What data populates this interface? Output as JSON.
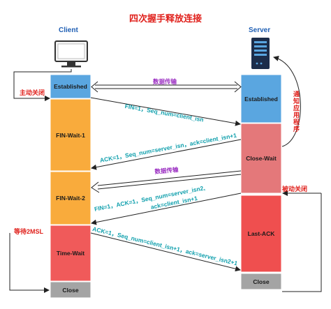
{
  "title": "四次握手释放连接",
  "client": {
    "label": "Client"
  },
  "server": {
    "label": "Server"
  },
  "client_states": [
    "Established",
    "FIN-Wait-1",
    "FIN-Wait-2",
    "Time-Wait",
    "Close"
  ],
  "server_states": [
    "Established",
    "Close-Wait",
    "Last-ACK",
    "Close"
  ],
  "annotations": {
    "active_close": "主动关闭",
    "passive_close": "被动关闭",
    "notify_app": "通知应用程序",
    "wait_2msl": "等待2MSL"
  },
  "messages": {
    "data_transfer_1": "数据传输",
    "fin1": "FIN=1，Seq_num=client_isn",
    "ack1": "ACK=1，Seq_num=server_isn，ack=client_isn+1",
    "data_transfer_2": "数据传输",
    "fin2_line1": "FIN=1，ACK=1，Seq_num=server_isn2,",
    "fin2_line2": "ack=client_isn+1",
    "ack2": "ACK=1，Seq_num=client_isn+1，ack=server_isn2+1"
  },
  "colors": {
    "established": "#5aa6e0",
    "fin_wait": "#f9ab3c",
    "close_wait": "#e4787a",
    "last_ack": "#ef4f4f",
    "time_wait": "#f05a5a",
    "close": "#a4a4a4",
    "title": "#e0201b",
    "actor": "#1f5fb4",
    "purple": "#9b2fc2",
    "teal": "#11a0ad"
  },
  "icons": [
    "monitor-icon",
    "server-icon"
  ]
}
